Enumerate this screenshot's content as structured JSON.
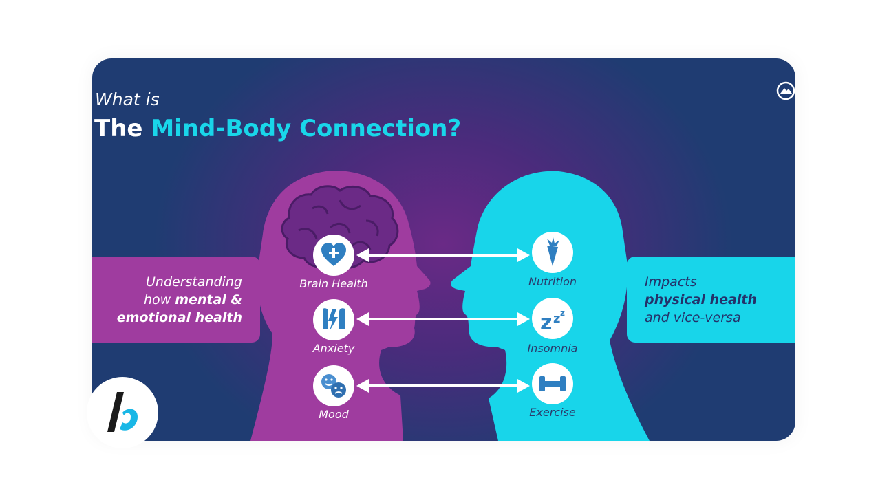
{
  "title": {
    "line1": "What is",
    "line2_white": "The",
    "line2_highlight": "Mind-Body Connection?"
  },
  "left_panel": {
    "line1": "Understanding",
    "line2_pre": "how ",
    "line2_bold": "mental &",
    "line3": "emotional health"
  },
  "right_panel": {
    "line1": "Impacts",
    "line2": "physical health",
    "line3": "and vice-versa"
  },
  "mind_items": [
    {
      "label": "Brain Health",
      "icon": "heart-plus-icon"
    },
    {
      "label": "Anxiety",
      "icon": "lightning-head-icon"
    },
    {
      "label": "Mood",
      "icon": "faces-icon"
    }
  ],
  "body_items": [
    {
      "label": "Nutrition",
      "icon": "carrot-icon"
    },
    {
      "label": "Insomnia",
      "icon": "zzz-icon"
    },
    {
      "label": "Exercise",
      "icon": "dumbbell-icon"
    }
  ],
  "colors": {
    "mind": "#9f3c9f",
    "body": "#18d5ea",
    "background": "#1f3c72",
    "highlight": "#19d6ea"
  }
}
